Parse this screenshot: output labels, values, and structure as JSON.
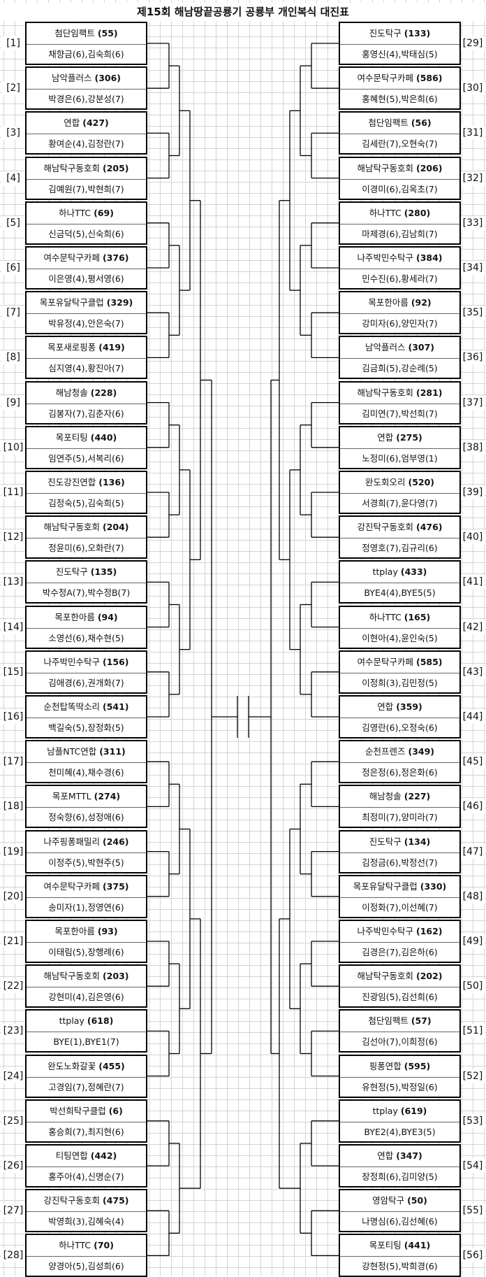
{
  "title": "제15회 해남땅끝공룡기 공룡부 개인복식 대진표",
  "left": [
    {
      "no": "[1]",
      "team": "첨단임팩트",
      "code": "(55)",
      "players": "채향금(6),김숙희(6)"
    },
    {
      "no": "[2]",
      "team": "남악플러스",
      "code": "(306)",
      "players": "박경은(6),강분성(7)"
    },
    {
      "no": "[3]",
      "team": "연합",
      "code": "(427)",
      "players": "황여순(4),김정란(7)"
    },
    {
      "no": "[4]",
      "team": "해남탁구동호회",
      "code": "(205)",
      "players": "김예원(7),박현희(7)"
    },
    {
      "no": "[5]",
      "team": "하나TTC",
      "code": "(69)",
      "players": "신금덕(5),신숙희(6)"
    },
    {
      "no": "[6]",
      "team": "여수문탁구카페",
      "code": "(376)",
      "players": "이은영(4),평서영(6)"
    },
    {
      "no": "[7]",
      "team": "목포유달탁구클럽",
      "code": "(329)",
      "players": "박유정(4),안은숙(7)"
    },
    {
      "no": "[8]",
      "team": "목포새로핑퐁",
      "code": "(419)",
      "players": "심지영(4),황진아(7)"
    },
    {
      "no": "[9]",
      "team": "해남청솔",
      "code": "(228)",
      "players": "김봉자(7),김춘자(6)"
    },
    {
      "no": "[10]",
      "team": "목포티팅",
      "code": "(440)",
      "players": "임연주(5),서복리(6)"
    },
    {
      "no": "[11]",
      "team": "진도강진연합",
      "code": "(136)",
      "players": "김정숙(5),김숙희(5)"
    },
    {
      "no": "[12]",
      "team": "해남탁구동호회",
      "code": "(204)",
      "players": "정윤미(6),오화란(7)"
    },
    {
      "no": "[13]",
      "team": "진도탁구",
      "code": "(135)",
      "players": "박수정A(7),박수정B(7)"
    },
    {
      "no": "[14]",
      "team": "목포한아름",
      "code": "(94)",
      "players": "소영선(6),채수현(5)"
    },
    {
      "no": "[15]",
      "team": "나주박민수탁구",
      "code": "(156)",
      "players": "김애경(6),권개화(7)"
    },
    {
      "no": "[16]",
      "team": "순천탑똑딱소리",
      "code": "(541)",
      "players": "백길숙(5),장정화(5)"
    },
    {
      "no": "[17]",
      "team": "남플NTC연합",
      "code": "(311)",
      "players": "천미혜(4),채수경(6)"
    },
    {
      "no": "[18]",
      "team": "목포MTTL",
      "code": "(274)",
      "players": "정숙향(6),성정애(6)"
    },
    {
      "no": "[19]",
      "team": "나주핑퐁패밀리",
      "code": "(246)",
      "players": "이정주(5),박현주(5)"
    },
    {
      "no": "[20]",
      "team": "여수문탁구카페",
      "code": "(375)",
      "players": "송미자(1),정영연(6)"
    },
    {
      "no": "[21]",
      "team": "목포한아름",
      "code": "(93)",
      "players": "이태림(5),장행례(6)"
    },
    {
      "no": "[22]",
      "team": "해남탁구동호회",
      "code": "(203)",
      "players": "강현미(4),김은영(6)"
    },
    {
      "no": "[23]",
      "team": "ttplay",
      "code": "(618)",
      "players": "BYE(1),BYE1(7)"
    },
    {
      "no": "[24]",
      "team": "완도노화갈꽃",
      "code": "(455)",
      "players": "고경임(7),정혜란(7)"
    },
    {
      "no": "[25]",
      "team": "박선희탁구클럽",
      "code": "(6)",
      "players": "홍승희(7),최지현(6)"
    },
    {
      "no": "[26]",
      "team": "티팅연합",
      "code": "(442)",
      "players": "홍주아(4),신명순(7)"
    },
    {
      "no": "[27]",
      "team": "강진탁구동호회",
      "code": "(475)",
      "players": "박영희(3),김혜숙(4)"
    },
    {
      "no": "[28]",
      "team": "하나TTC",
      "code": "(70)",
      "players": "양경아(5),김성희(6)"
    }
  ],
  "right": [
    {
      "no": "[29]",
      "team": "진도탁구",
      "code": "(133)",
      "players": "홍영신(4),박태심(5)"
    },
    {
      "no": "[30]",
      "team": "여수문탁구카페",
      "code": "(586)",
      "players": "홍혜현(5),박은희(6)"
    },
    {
      "no": "[31]",
      "team": "첨단임팩트",
      "code": "(56)",
      "players": "김세란(7),오현숙(7)"
    },
    {
      "no": "[32]",
      "team": "해남탁구동호회",
      "code": "(206)",
      "players": "이경미(6),김옥초(7)"
    },
    {
      "no": "[33]",
      "team": "하나TTC",
      "code": "(280)",
      "players": "마제경(6),김남희(7)"
    },
    {
      "no": "[34]",
      "team": "나주박민수탁구",
      "code": "(384)",
      "players": "민수진(6),황세라(7)"
    },
    {
      "no": "[35]",
      "team": "목포한아름",
      "code": "(92)",
      "players": "강미자(6),양민자(7)"
    },
    {
      "no": "[36]",
      "team": "남악플러스",
      "code": "(307)",
      "players": "김금희(5),강순례(5)"
    },
    {
      "no": "[37]",
      "team": "해남탁구동호회",
      "code": "(281)",
      "players": "김미연(7),박선희(7)"
    },
    {
      "no": "[38]",
      "team": "연합",
      "code": "(275)",
      "players": "노정미(6),엄부영(1)"
    },
    {
      "no": "[39]",
      "team": "완도회오리",
      "code": "(520)",
      "players": "서경희(7),윤다영(7)"
    },
    {
      "no": "[40]",
      "team": "강진탁구동호회",
      "code": "(476)",
      "players": "정영호(7),김규리(6)"
    },
    {
      "no": "[41]",
      "team": "ttplay",
      "code": "(433)",
      "players": "BYE4(4),BYE5(5)"
    },
    {
      "no": "[42]",
      "team": "하나TTC",
      "code": "(165)",
      "players": "이현아(4),윤인숙(5)"
    },
    {
      "no": "[43]",
      "team": "여수문탁구카페",
      "code": "(585)",
      "players": "이정희(3),김민정(5)"
    },
    {
      "no": "[44]",
      "team": "연합",
      "code": "(359)",
      "players": "김영란(6),오정숙(6)"
    },
    {
      "no": "[45]",
      "team": "순천프렌즈",
      "code": "(349)",
      "players": "정은정(6),정은화(6)"
    },
    {
      "no": "[46]",
      "team": "해남청솔",
      "code": "(227)",
      "players": "최정미(7),양미라(7)"
    },
    {
      "no": "[47]",
      "team": "진도탁구",
      "code": "(134)",
      "players": "김정금(6),박정선(7)"
    },
    {
      "no": "[48]",
      "team": "목포유달탁구클럽",
      "code": "(330)",
      "players": "이정화(7),이선혜(7)"
    },
    {
      "no": "[49]",
      "team": "나주박민수탁구",
      "code": "(162)",
      "players": "김경은(7),김은하(6)"
    },
    {
      "no": "[50]",
      "team": "해남탁구동호회",
      "code": "(202)",
      "players": "진광임(5),김선희(6)"
    },
    {
      "no": "[51]",
      "team": "첨단임팩트",
      "code": "(57)",
      "players": "김선아(7),이희정(6)"
    },
    {
      "no": "[52]",
      "team": "핑퐁연합",
      "code": "(595)",
      "players": "유현정(5),박정일(6)"
    },
    {
      "no": "[53]",
      "team": "ttplay",
      "code": "(619)",
      "players": "BYE2(4),BYE3(5)"
    },
    {
      "no": "[54]",
      "team": "연합",
      "code": "(347)",
      "players": "장정희(6),김미양(5)"
    },
    {
      "no": "[55]",
      "team": "영암탁구",
      "code": "(50)",
      "players": "나명심(6),김선혜(6)"
    },
    {
      "no": "[56]",
      "team": "목포티팅",
      "code": "(441)",
      "players": "강현정(5),박희경(6)"
    }
  ]
}
